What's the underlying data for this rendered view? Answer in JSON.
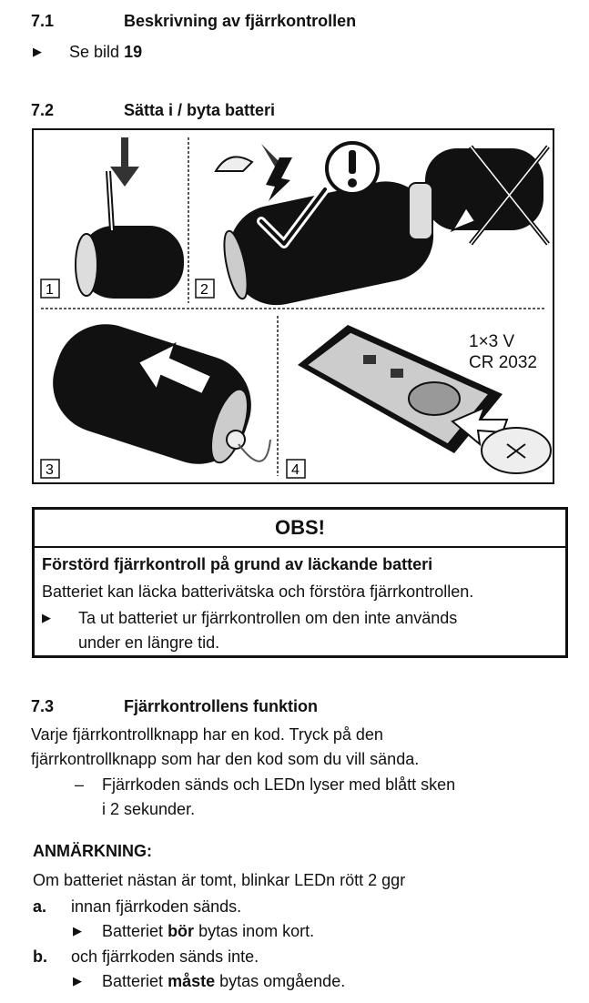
{
  "section_71": {
    "number": "7.1",
    "title": "Beskrivning av fjärrkontrollen",
    "bullet_text": "Se bild",
    "bullet_ref": "19"
  },
  "section_72": {
    "number": "7.2",
    "title": "Sätta i / byta batteri",
    "figure": {
      "panel_labels": [
        "1",
        "2",
        "3",
        "4"
      ],
      "battery_spec_line1": "1×3 V",
      "battery_spec_line2": "CR 2032",
      "icons": [
        "press-arrow-icon",
        "checkmark-icon",
        "exclamation-icon",
        "cross-icon",
        "slide-arrow-icon",
        "insert-arrow-icon",
        "coin-battery-icon"
      ]
    }
  },
  "warning": {
    "title": "OBS!",
    "subtitle": "Förstörd fjärrkontroll på grund av läckande batteri",
    "text": "Batteriet kan läcka batterivätska och förstöra fjärrkontrollen.",
    "action_line1": "Ta ut batteriet ur fjärrkontrollen om den inte används",
    "action_line2": "under en längre tid."
  },
  "section_73": {
    "number": "7.3",
    "title": "Fjärrkontrollens funktion",
    "para_line1": "Varje fjärrkontrollknapp har en kod. Tryck på den",
    "para_line2": "fjärrkontrollknapp som har den kod som du vill sända.",
    "result_line1": "Fjärrkoden sänds och LEDn lyser med blått sken",
    "result_line2": "i 2 sekunder."
  },
  "note": {
    "title": "ANMÄRKNING:",
    "intro": "Om batteriet nästan är tomt, blinkar LEDn rött 2 ggr",
    "item_a_marker": "a.",
    "item_a_text": "innan fjärrkoden sänds.",
    "item_a_sub_pre": "Batteriet",
    "item_a_sub_bold": "bör",
    "item_a_sub_post": "bytas inom kort.",
    "item_b_marker": "b.",
    "item_b_text": "och fjärrkoden sänds inte.",
    "item_b_sub_pre": "Batteriet",
    "item_b_sub_bold": "måste",
    "item_b_sub_post": "bytas omgående."
  }
}
